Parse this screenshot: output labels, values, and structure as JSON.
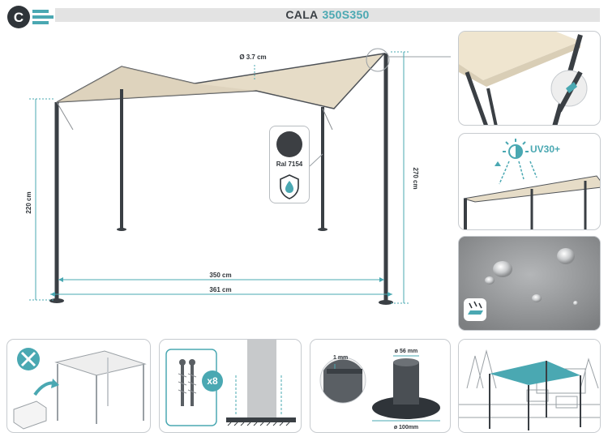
{
  "brand": {
    "logo_letters": "C",
    "accent_color": "#4aa8b2",
    "dark_color": "#3a3f44"
  },
  "title": {
    "name": "CALA",
    "model": "350S350"
  },
  "dimensions": {
    "diameter": "Ø 3.7 cm",
    "height_left": "220 cm",
    "height_right": "270 cm",
    "width_inner": "350 cm",
    "width_outer": "361 cm"
  },
  "color_card": {
    "ral": "Ral 7154",
    "swatch_color": "#3c3f43",
    "icon": "water-drop-shield-icon"
  },
  "uv_panel": {
    "label": "UV30+",
    "icon": "sun-icon"
  },
  "water_panel": {
    "icon": "water-resistant-icon"
  },
  "assembly_panel": {
    "icon": "tools-icon"
  },
  "pegs_panel": {
    "count": "x8"
  },
  "base_panel": {
    "thickness": "1 mm",
    "tube_diameter": "ø 56 mm",
    "base_diameter": "ø 100mm"
  }
}
